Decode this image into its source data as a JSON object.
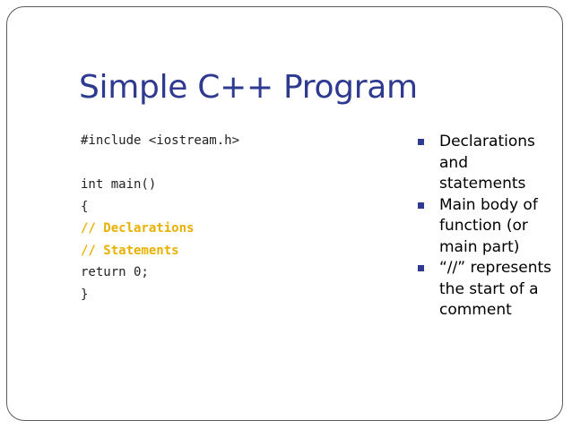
{
  "slide": {
    "title": "Simple C++ Program",
    "code_lines": [
      {
        "text": "#include <iostream.h>",
        "type": "code"
      },
      {
        "text": "",
        "type": "code"
      },
      {
        "text": "int main()",
        "type": "code"
      },
      {
        "text": "{",
        "type": "code"
      },
      {
        "text": "// Declarations",
        "type": "comment"
      },
      {
        "text": "// Statements",
        "type": "comment"
      },
      {
        "text": "return 0;",
        "type": "code"
      },
      {
        "text": "}",
        "type": "code"
      }
    ],
    "bullets": [
      "Declarations and statements",
      "Main body of function (or main part)",
      "“//” represents the start of a comment"
    ]
  },
  "colors": {
    "title": "#2e3a8f",
    "comment": "#e8b100",
    "bullet_marker": "#2e3a8f",
    "frame": "#5a5a5a"
  }
}
